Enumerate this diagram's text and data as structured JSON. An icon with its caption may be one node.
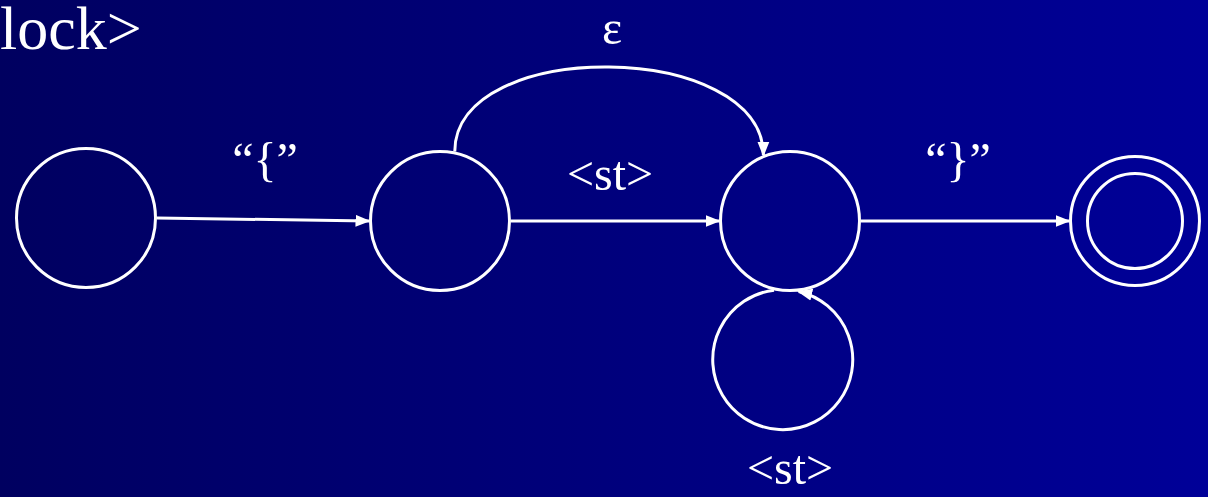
{
  "diagram": {
    "nodes": [
      {
        "text": [],
        "shape": "circle"
      },
      {
        "text": [],
        "shape": "circle"
      },
      {
        "text": [],
        "shape": "circle"
      },
      {
        "text": [],
        "shape": "double-circle"
      }
    ],
    "edges": [
      {
        "from": 0,
        "to": 1,
        "arrow": "to",
        "label": "“{”"
      },
      {
        "from": 1,
        "to": 2,
        "arrow": "to",
        "label": "ε"
      },
      {
        "from": 1,
        "to": 2,
        "arrow": "to",
        "label": "<st>"
      },
      {
        "from": 2,
        "to": 3,
        "arrow": "to",
        "label": "“}”"
      },
      {
        "from": 2,
        "to": 2,
        "arrow": "to",
        "label": "<st>"
      }
    ],
    "labels": [
      "lock>"
    ]
  }
}
